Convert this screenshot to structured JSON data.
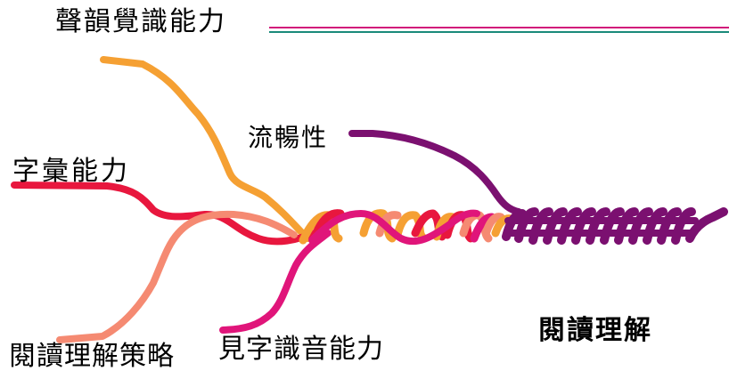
{
  "labels": {
    "phonological": "聲韻覺識能力",
    "fluency": "流暢性",
    "vocabulary": "字彙能力",
    "strategies": "閱讀理解策略",
    "word_recognition": "見字識音能力",
    "comprehension": "閱讀理解"
  },
  "colors": {
    "phonological": "#f5a033",
    "fluency": "#7b1070",
    "vocabulary": "#e8173e",
    "strategies": "#f58a72",
    "word_recognition": "#e0157a",
    "rule_top": "#d2187a",
    "rule_bottom": "#1a8a7a"
  }
}
